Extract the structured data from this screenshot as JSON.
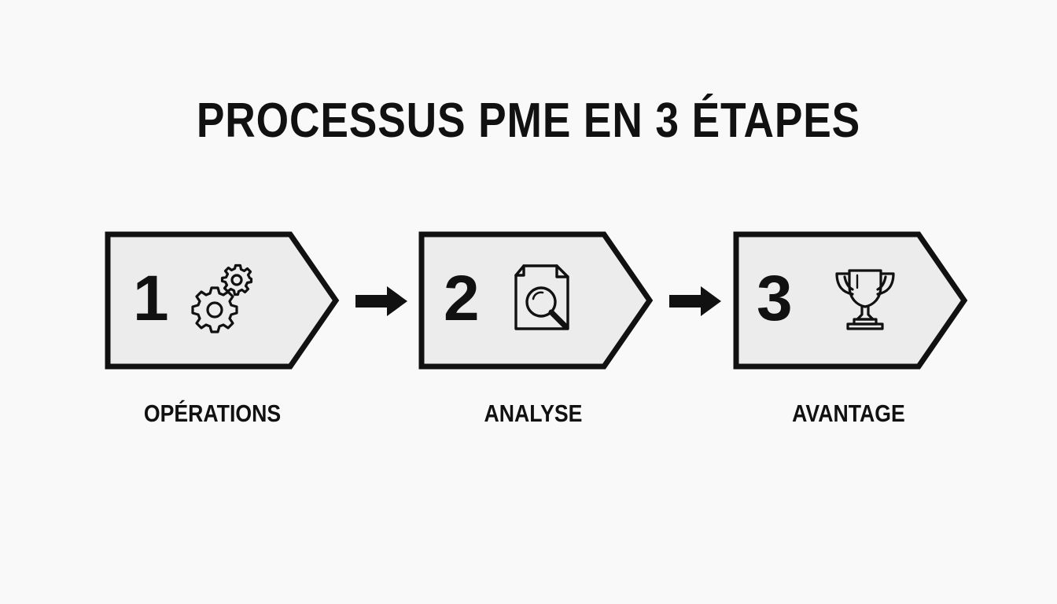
{
  "title": "PROCESSUS PME EN 3 ÉTAPES",
  "steps": [
    {
      "number": "1",
      "label": "OPÉRATIONS",
      "icon": "gears-icon"
    },
    {
      "number": "2",
      "label": "ANALYSE",
      "icon": "document-search-icon"
    },
    {
      "number": "3",
      "label": "AVANTAGE",
      "icon": "trophy-icon"
    }
  ],
  "colors": {
    "background": "#f9f9f9",
    "box_fill": "#ececec",
    "stroke": "#111111"
  }
}
